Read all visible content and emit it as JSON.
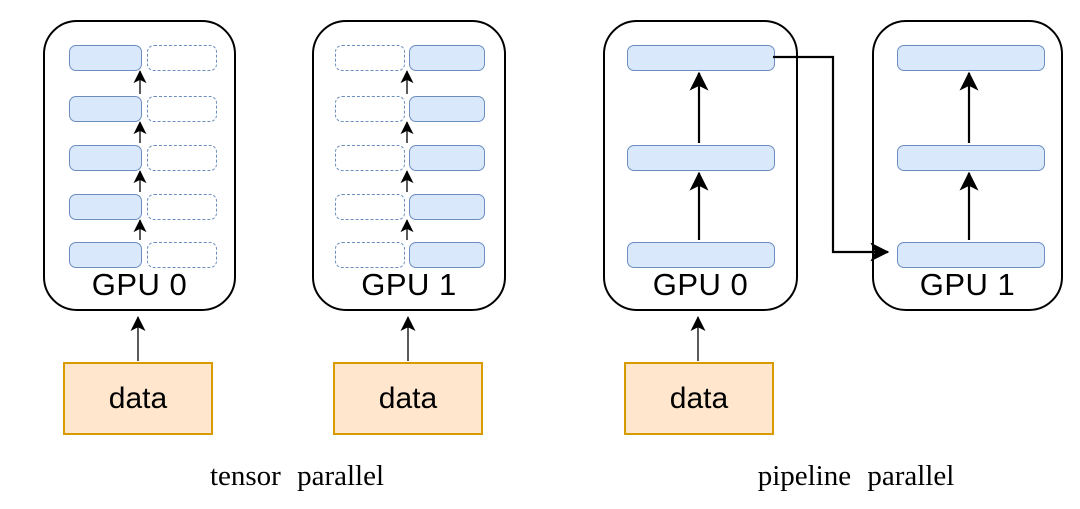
{
  "colors": {
    "layer-fill": "#dae8fc",
    "layer-border": "#6c8ebf",
    "data-fill": "#ffe6cc",
    "data-border": "#d79b00",
    "outline": "#000000",
    "arrow": "#000000",
    "background": "#ffffff"
  },
  "tensor": {
    "caption": "tensor parallel",
    "gpu0": {
      "label": "GPU 0",
      "layer_count": 5,
      "shard_style": "left-solid-right-dashed"
    },
    "gpu1": {
      "label": "GPU 1",
      "layer_count": 5,
      "shard_style": "left-dashed-right-solid"
    },
    "data0": {
      "label": "data"
    },
    "data1": {
      "label": "data"
    }
  },
  "pipeline": {
    "caption": "pipeline parallel",
    "gpu0": {
      "label": "GPU 0",
      "layer_count": 3
    },
    "gpu1": {
      "label": "GPU 1",
      "layer_count": 3
    },
    "data0": {
      "label": "data"
    }
  }
}
